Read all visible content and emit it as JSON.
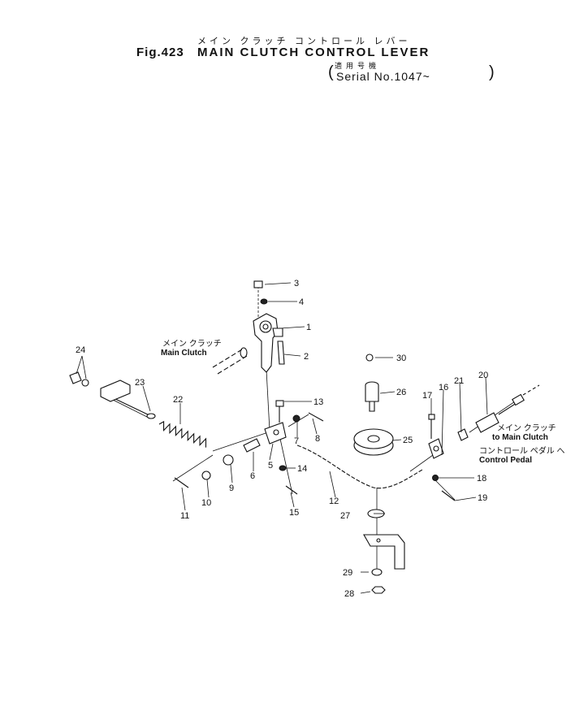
{
  "header": {
    "title_jp": "メイン クラッチ コントロール レバー",
    "fig_number": "Fig.423",
    "title_en": "MAIN CLUTCH CONTROL LEVER",
    "applicable_jp": "適用号機",
    "serial_label": "Serial No.1047~",
    "paren_open": "(",
    "paren_close": ")"
  },
  "notes": {
    "main_clutch_left_jp": "メイン クラッチ",
    "main_clutch_left_en": "Main Clutch",
    "main_clutch_right_jp": "メイン クラッチ",
    "main_clutch_right_en": "to Main Clutch",
    "control_pedal_jp": "コントロール ペダル へ",
    "control_pedal_en": "Control Pedal"
  },
  "parts": [
    "1",
    "2",
    "3",
    "4",
    "5",
    "6",
    "7",
    "8",
    "9",
    "10",
    "11",
    "12",
    "13",
    "14",
    "15",
    "16",
    "17",
    "18",
    "19",
    "20",
    "21",
    "22",
    "23",
    "24",
    "25",
    "26",
    "27",
    "28",
    "29",
    "30"
  ]
}
